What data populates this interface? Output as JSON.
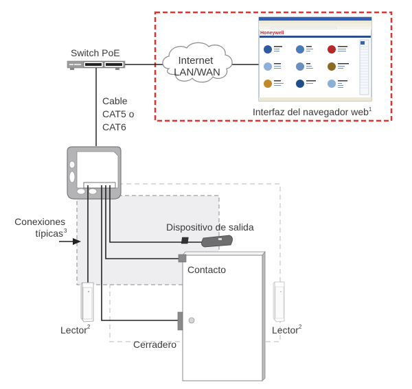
{
  "diagram": {
    "switch_label": "Switch PoE",
    "cable_label": [
      "Cable",
      "CAT5 o",
      "CAT6"
    ],
    "cloud_label": [
      "Internet",
      "LAN/WAN"
    ],
    "browser_label": "Interfaz del navegador web",
    "browser_label_sup": "1",
    "connections_label": [
      "Conexiones",
      "típicas"
    ],
    "connections_sup": "3",
    "exit_device_label": "Dispositivo de salida",
    "contact_label": "Contacto",
    "reader_left_label": "Lector",
    "reader_left_sup": "2",
    "reader_right_label": "Lector",
    "reader_right_sup": "2",
    "strike_label": "Cerradero",
    "browser_brand": "Honeywell",
    "colors": {
      "highlight_border": "#e8312f",
      "wire": "#222222",
      "zone_fill": "#efeff1",
      "device_gray": "#a8a8aa",
      "brand_red": "#d2232a",
      "browser_blue": "#3a64b0"
    }
  }
}
